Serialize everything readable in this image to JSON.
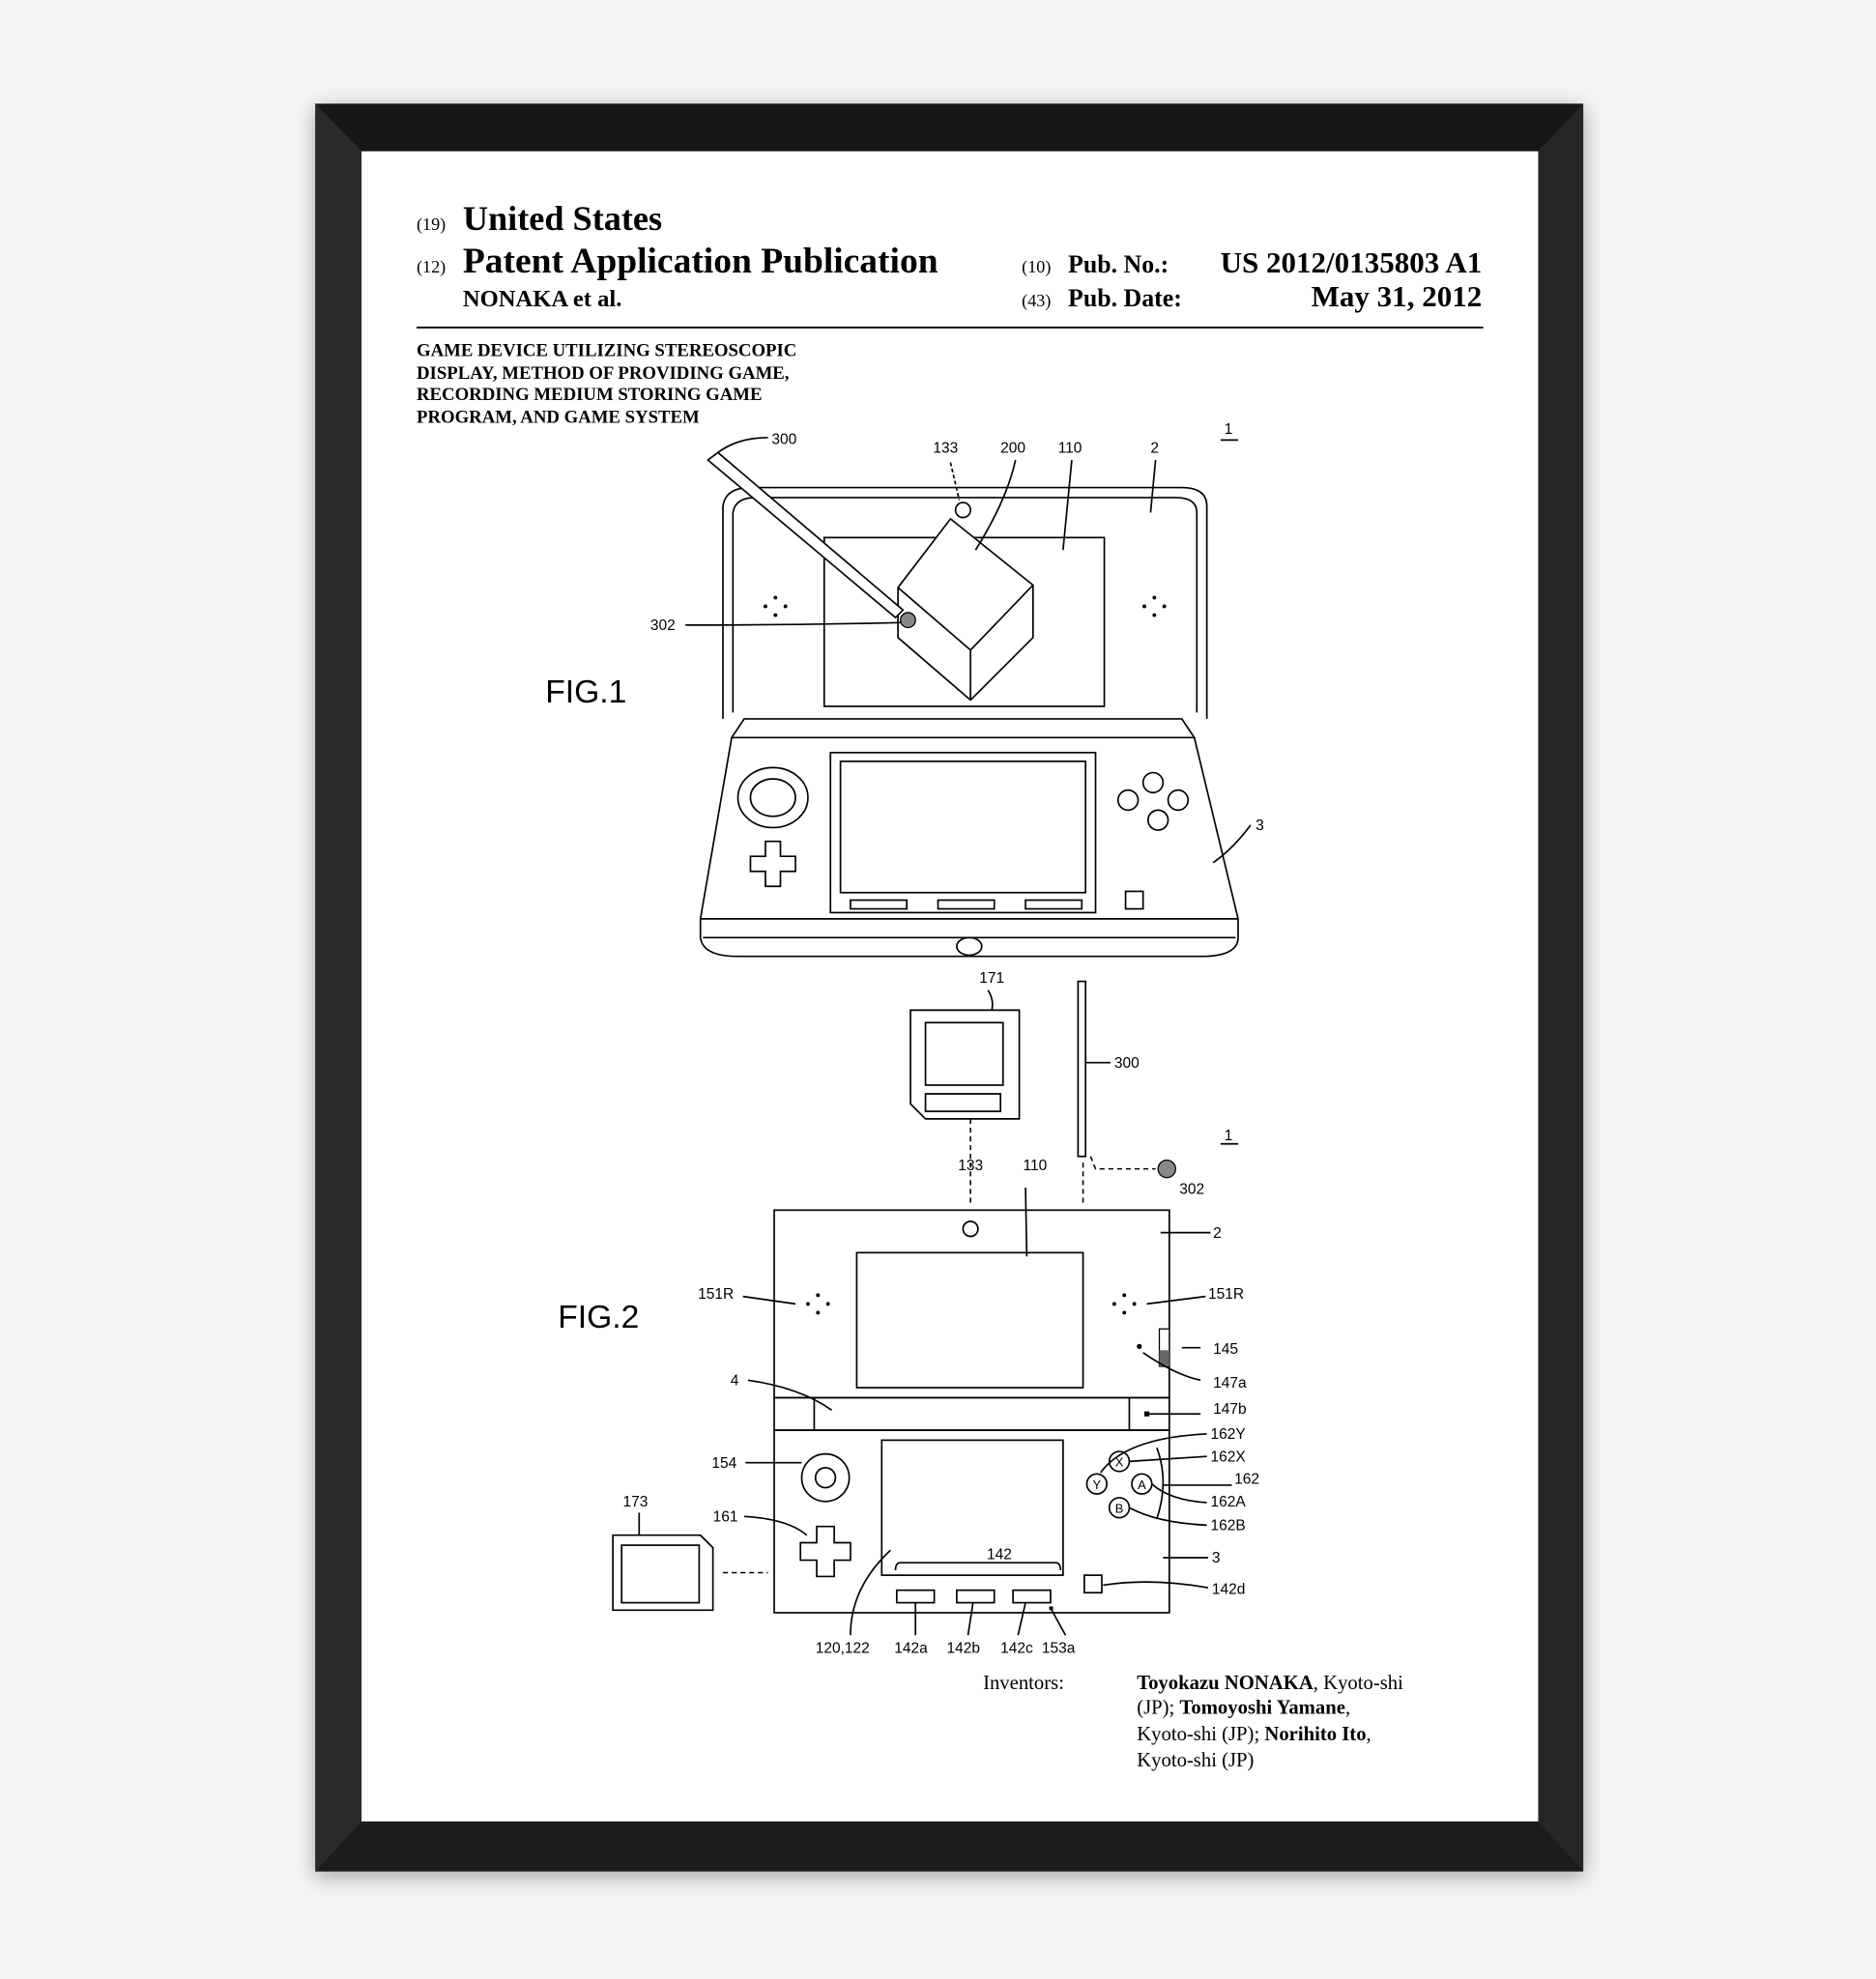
{
  "header": {
    "country_code": "(19)",
    "country": "United States",
    "type_code": "(12)",
    "type": "Patent Application Publication",
    "applicant": "NONAKA et al.",
    "pub_no_code": "(10)",
    "pub_no_label": "Pub. No.:",
    "pub_no": "US 2012/0135803 A1",
    "pub_date_code": "(43)",
    "pub_date_label": "Pub. Date:",
    "pub_date": "May 31, 2012"
  },
  "title_lines": [
    "GAME DEVICE UTILIZING STEREOSCOPIC",
    "DISPLAY, METHOD OF PROVIDING GAME,",
    "RECORDING MEDIUM STORING GAME",
    "PROGRAM, AND GAME SYSTEM"
  ],
  "fig1": {
    "title": "FIG.1",
    "labels": [
      "300",
      "133",
      "200",
      "110",
      "2",
      "1",
      "302",
      "3"
    ]
  },
  "fig2": {
    "title": "FIG.2",
    "labels": [
      "171",
      "300",
      "1",
      "133",
      "110",
      "302",
      "2",
      "151R",
      "151R",
      "145",
      "147a",
      "147b",
      "4",
      "162Y",
      "162X",
      "162",
      "162A",
      "162B",
      "154",
      "161",
      "173",
      "142",
      "3",
      "142d",
      "120,122",
      "142a",
      "142b",
      "142c",
      "153a"
    ]
  },
  "inventors": {
    "label": "Inventors:",
    "lines": [
      {
        "bold": "Toyokazu NONAKA",
        "rest": ", Kyoto-shi"
      },
      {
        "pre": "(JP); ",
        "bold": "Tomoyoshi Yamane",
        "rest": ","
      },
      {
        "pre": "Kyoto-shi (JP); ",
        "bold": "Norihito Ito",
        "rest": ","
      },
      {
        "pre": "Kyoto-shi (JP)"
      }
    ]
  },
  "colors": {
    "frame": "#1e1e1e",
    "paper": "#ffffff",
    "ink": "#000000"
  }
}
